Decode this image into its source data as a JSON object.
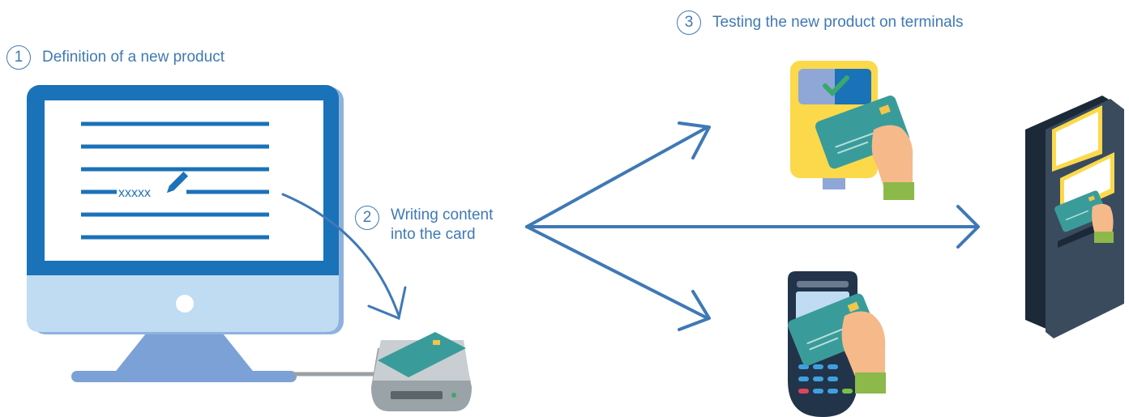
{
  "steps": [
    {
      "number": "1",
      "label": "Definition of a new product"
    },
    {
      "number": "2",
      "label": "Writing content into the card"
    },
    {
      "number": "3",
      "label": "Testing the new product on terminals"
    }
  ],
  "screen": {
    "field_text": "xxxxx"
  },
  "colors": {
    "accent": "#3f79b5",
    "monitor": "#1a72b8",
    "monitor_chin": "#bfdcf3",
    "stand": "#7ba1d6",
    "card": "#3a9c9a",
    "terminal_yellow": "#fbd94a",
    "pos_dark": "#22344a",
    "kiosk": "#2c3c4f"
  },
  "icons": [
    "pencil-icon",
    "check-icon",
    "chip-icon"
  ]
}
